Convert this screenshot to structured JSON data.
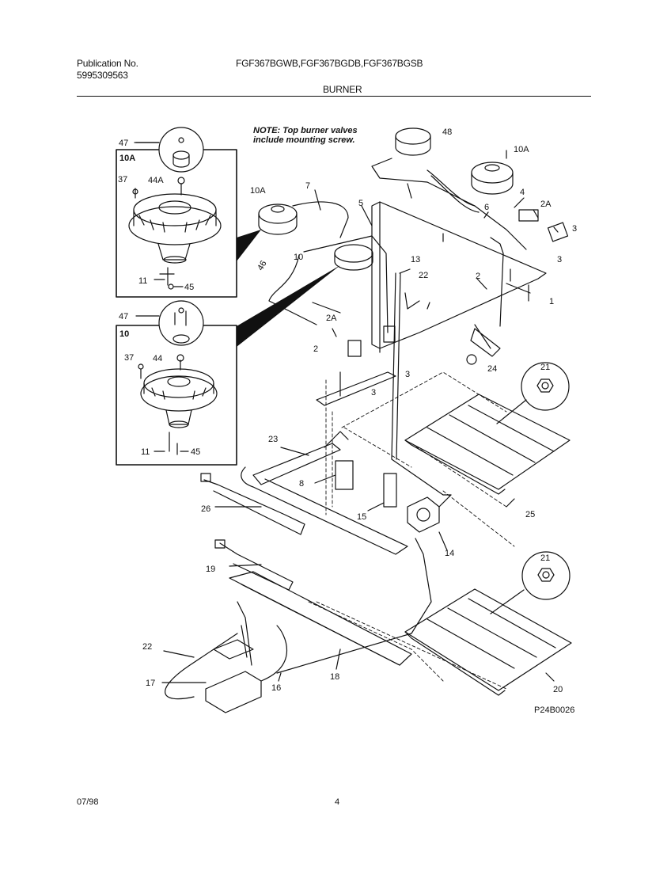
{
  "header": {
    "publication_label": "Publication No.",
    "publication_number": "5995309563",
    "models": "FGF367BGWB,FGF367BGDB,FGF367BGSB",
    "section": "BURNER"
  },
  "note": {
    "line1": "NOTE: Top burner valves",
    "line2": "include mounting screw."
  },
  "inset_a": {
    "tag": "10A",
    "callouts": {
      "c47": "47",
      "c37": "37",
      "c44": "44A",
      "c11": "11",
      "c45": "45"
    }
  },
  "inset_b": {
    "tag": "10",
    "callouts": {
      "c47": "47",
      "c37": "37",
      "c44": "44",
      "c11": "11",
      "c45": "45"
    }
  },
  "callouts": {
    "c48": "48",
    "c10A_right": "10A",
    "c10A_left": "10A",
    "c7": "7",
    "c5": "5",
    "c4": "4",
    "c2A_right": "2A",
    "c6": "6",
    "c3_a": "3",
    "c3_b": "3",
    "c13": "13",
    "c10": "10",
    "c46": "46",
    "c2_right": "2",
    "c22_top": "22",
    "c1": "1",
    "c2A_mid": "2A",
    "c2_mid": "2",
    "c3_c": "3",
    "c3_d": "3",
    "c24": "24",
    "c21_top": "21",
    "c23": "23",
    "c8": "8",
    "c26": "26",
    "c15": "15",
    "c25": "25",
    "c14": "14",
    "c19": "19",
    "c21_bottom": "21",
    "c22_bottom": "22",
    "c17": "17",
    "c16": "16",
    "c18": "18",
    "c20": "20"
  },
  "figure_code": "P24B0026",
  "footer": {
    "date": "07/98",
    "page": "4"
  }
}
